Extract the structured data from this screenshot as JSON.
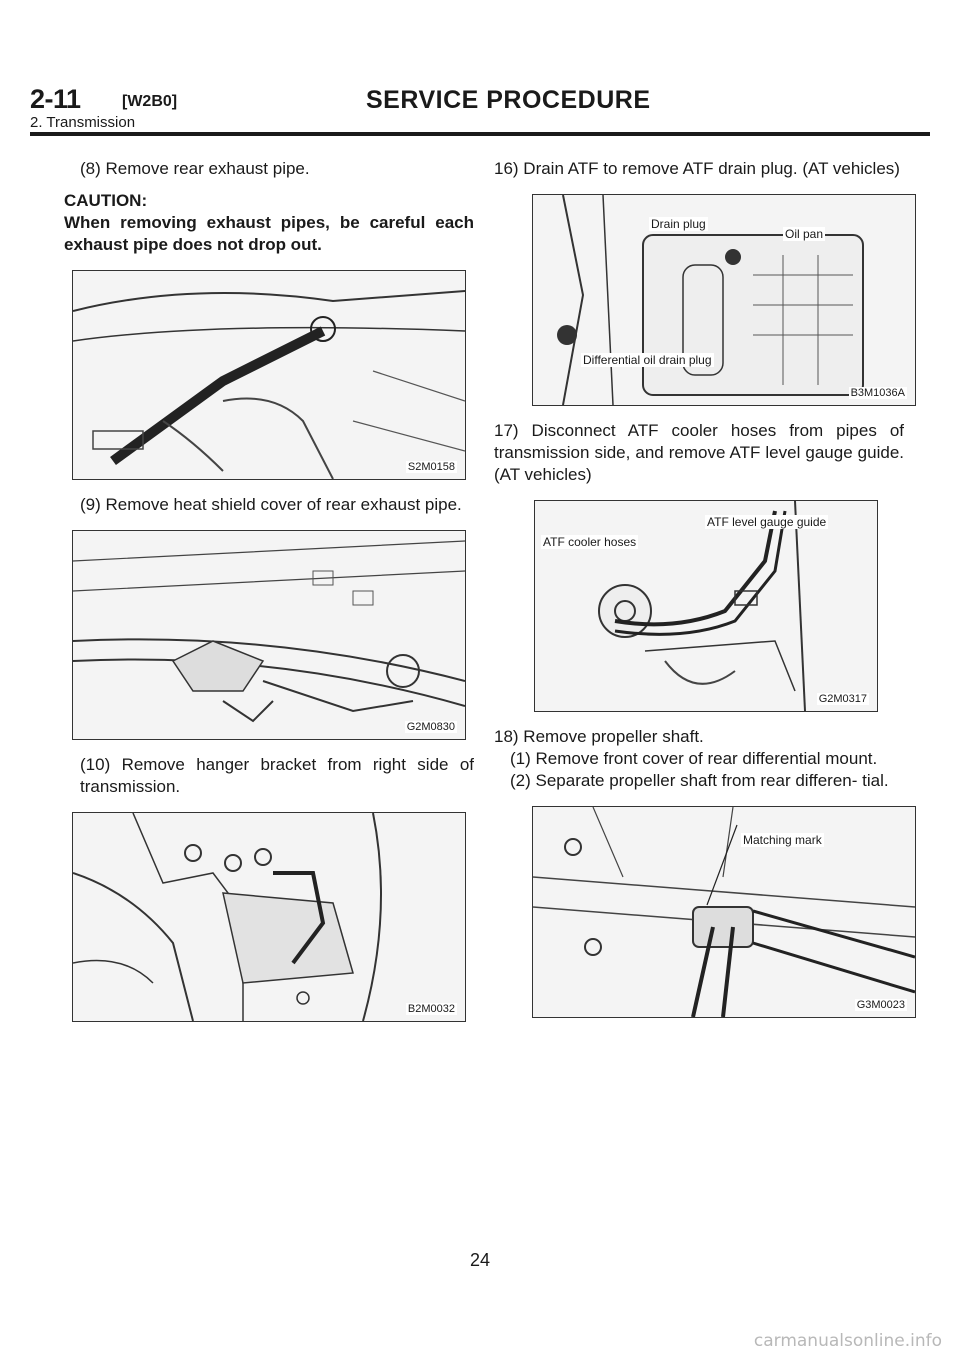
{
  "header": {
    "section_number": "2-11",
    "section_code": "[W2B0]",
    "title": "SERVICE PROCEDURE",
    "subtitle": "2. Transmission"
  },
  "left": {
    "step8": "(8) Remove rear exhaust pipe.",
    "caution_heading": "CAUTION:",
    "caution_text": "When removing exhaust pipes, be careful each exhaust pipe does not drop out.",
    "fig1_code": "S2M0158",
    "step9": "(9) Remove heat shield cover of rear exhaust pipe.",
    "fig2_code": "G2M0830",
    "step10": "(10) Remove hanger bracket from right side of transmission.",
    "fig3_code": "B2M0032"
  },
  "right": {
    "step16": "16) Drain ATF to remove ATF drain plug. (AT vehicles)",
    "fig4_code": "B3M1036A",
    "fig4_labels": {
      "drain_plug": "Drain plug",
      "oil_pan": "Oil pan",
      "diff_drain": "Differential oil drain plug"
    },
    "step17": "17) Disconnect ATF cooler hoses from pipes of transmission side, and remove ATF level gauge guide. (AT vehicles)",
    "fig5_code": "G2M0317",
    "fig5_labels": {
      "cooler_hoses": "ATF cooler hoses",
      "gauge_guide": "ATF level gauge guide"
    },
    "step18": "18) Remove propeller shaft.",
    "step18_1": "(1) Remove front cover of rear differential mount.",
    "step18_2": "(2) Separate propeller shaft from rear differen- tial.",
    "fig6_code": "G3M0023",
    "fig6_labels": {
      "matching_mark": "Matching mark"
    }
  },
  "footer": {
    "page_number": "24",
    "watermark": "carmanualsonline.info"
  }
}
